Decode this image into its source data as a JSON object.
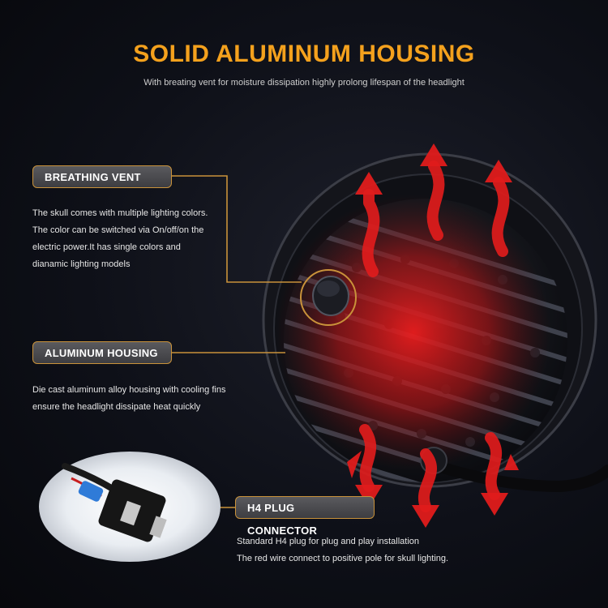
{
  "header": {
    "title": "SOLID ALUMINUM HOUSING",
    "subtitle": "With breating vent for moisture dissipation highly prolong lifespan of the headlight"
  },
  "features": {
    "breathing_vent": {
      "label": "BREATHING VENT",
      "lines": [
        "The skull comes with multiple lighting colors.",
        "The color can be switched via On/off/on the",
        "electric power.It has single colors and",
        "dianamic lighting models"
      ]
    },
    "aluminum_housing": {
      "label": "ALUMINUM HOUSING",
      "lines": [
        "Die cast aluminum alloy housing with cooling fins",
        "ensure the headlight dissipate heat quickly"
      ]
    },
    "h4_plug": {
      "label": "H4 PLUG CONNECTOR",
      "lines": [
        "Standard H4 plug for plug and play installation",
        "The red wire connect to positive pole for skull lighting."
      ]
    }
  },
  "colors": {
    "accent": "#f4a11d",
    "callout_line": "#c9923a",
    "heat_arrow": "#e01c1c",
    "background": "#0e1018"
  },
  "icons": [
    "heat-arrow-icon",
    "breathing-vent-icon",
    "h4-plug-icon"
  ]
}
